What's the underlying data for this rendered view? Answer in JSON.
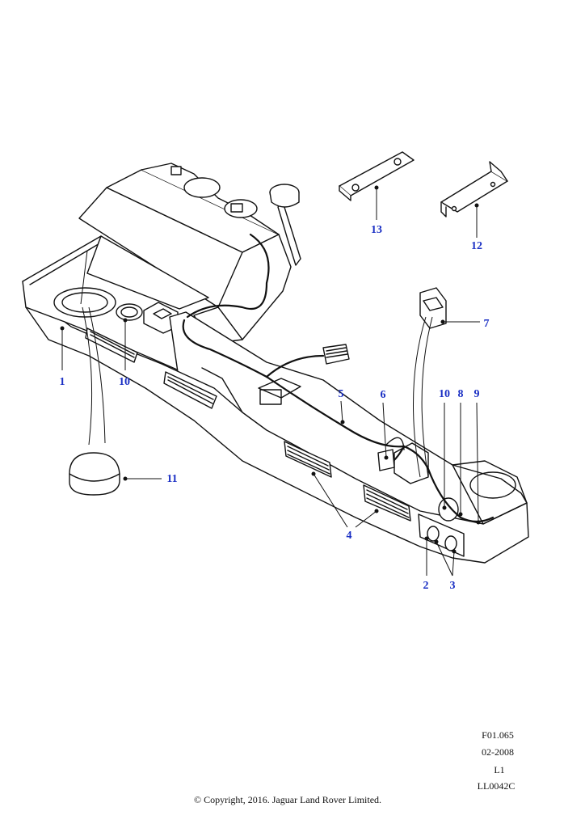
{
  "diagram": {
    "callouts": [
      "1",
      "10",
      "11",
      "13",
      "12",
      "7",
      "5",
      "6",
      "10",
      "8",
      "9",
      "4",
      "2",
      "3"
    ],
    "meta": {
      "figure": "F01.065",
      "date": "02-2008",
      "level": "L1",
      "code": "LL0042C"
    },
    "copyright": "© Copyright, 2016. Jaguar Land Rover Limited."
  },
  "colors": {
    "callout": "#1a2fc4",
    "line": "#111111"
  }
}
